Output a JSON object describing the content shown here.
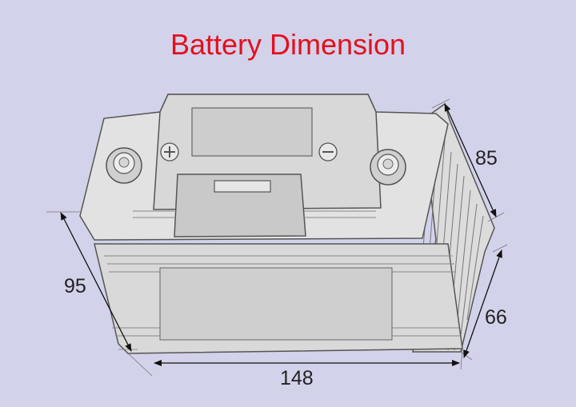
{
  "title": "Battery Dimension",
  "title_color": "#e3101e",
  "background_color": "#d2d2ea",
  "dimensions": {
    "height": "85",
    "width": "95",
    "length": "148",
    "body_height": "66"
  },
  "icons": {
    "positive_terminal": "plus-icon",
    "negative_terminal": "minus-icon"
  }
}
